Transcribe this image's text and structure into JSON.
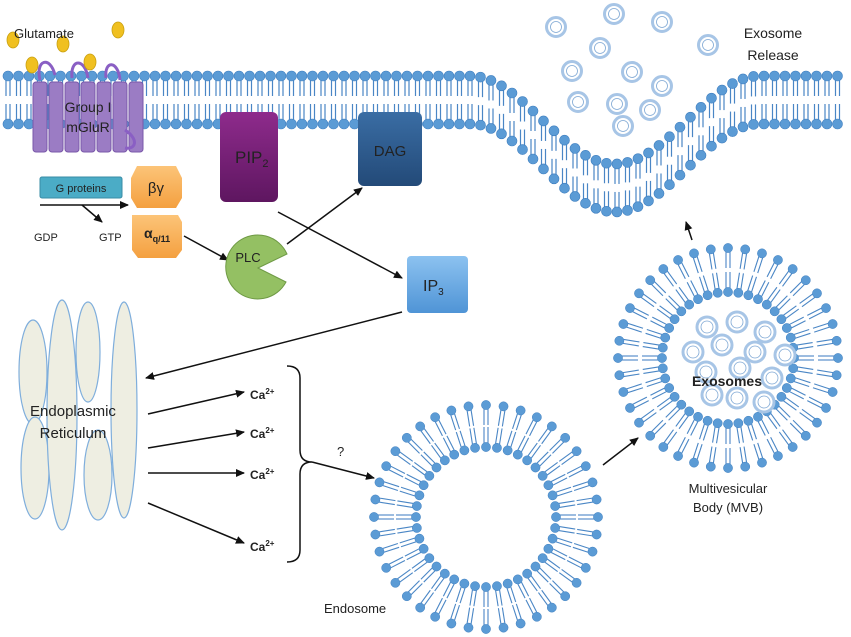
{
  "labels": {
    "glutamate": "Glutamate",
    "receptor_line1": "Group I",
    "receptor_line2": "mGluR",
    "g_proteins": "G proteins",
    "beta_gamma": "βγ",
    "alpha_main": "α",
    "alpha_sub": "q/11",
    "gdp": "GDP",
    "gtp": "GTP",
    "pip_main": "PIP",
    "pip_sub": "2",
    "dag": "DAG",
    "plc": "PLC",
    "ip_main": "IP",
    "ip_sub": "3",
    "er_line1": "Endoplasmic",
    "er_line2": "Reticulum",
    "ca_main": "Ca",
    "ca_sup": "2+",
    "question": "?",
    "endosome": "Endosome",
    "mvb_line1": "Multivesicular",
    "mvb_line2": "Body (MVB)",
    "exosomes": "Exosomes",
    "release_line1": "Exosome",
    "release_line2": "Release"
  },
  "colors": {
    "lipid_head": "#5b9bd5",
    "lipid_tail": "#4a86c5",
    "receptor": "#9b7cc4",
    "g_proteins": "#4bacc6",
    "beta_gamma": "#f9b05a",
    "pip2": "#7b1f7a",
    "dag": "#2e5a8e",
    "ip3": "#5fa3e0",
    "plc": "#94c063",
    "glutamate": "#f0c020",
    "er": "#eeeee2",
    "vesicle": "#a7c5e6"
  }
}
